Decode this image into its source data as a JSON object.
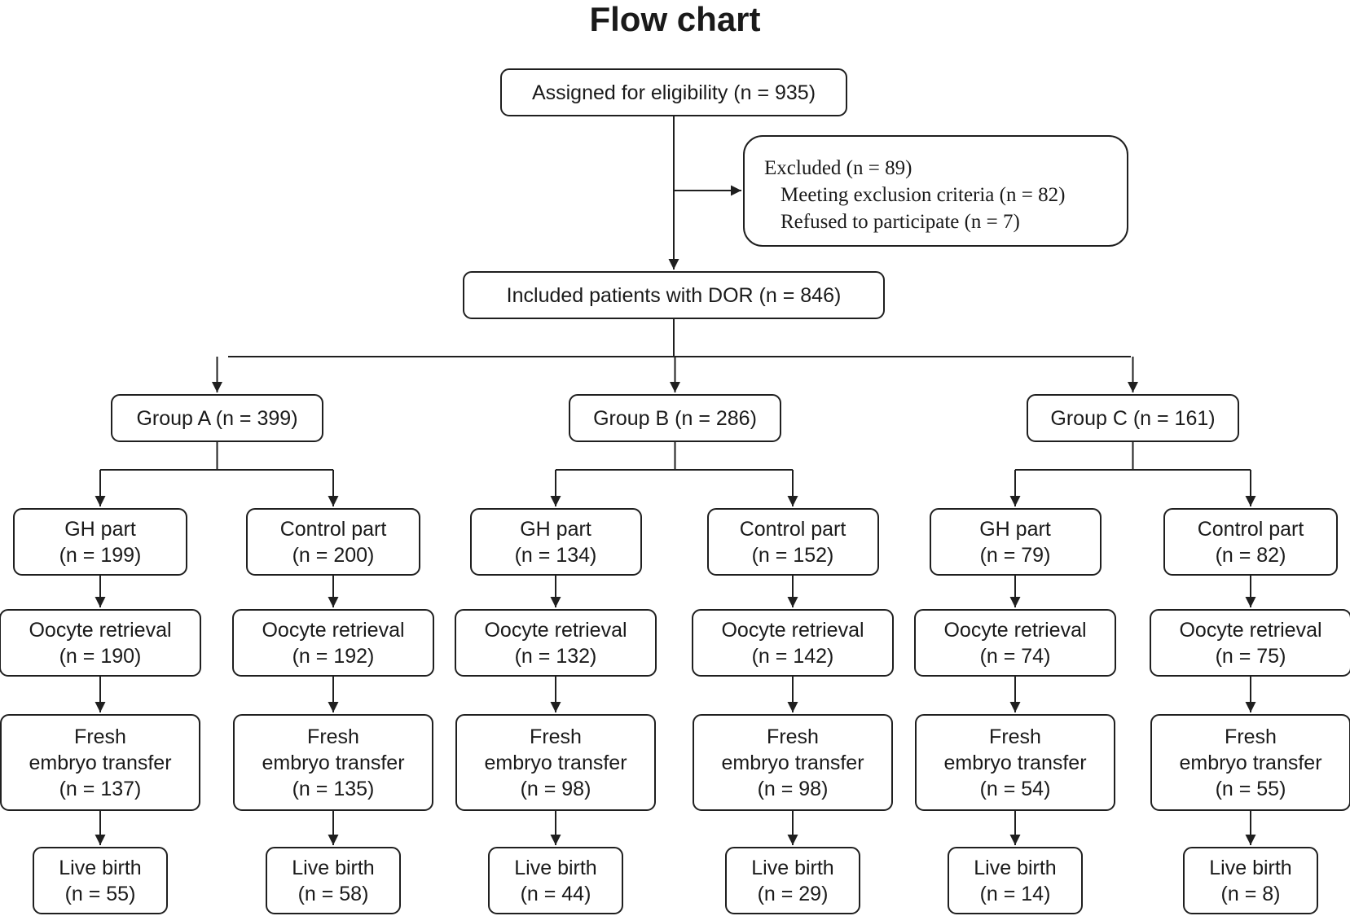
{
  "title": "Flow chart",
  "eligibility": {
    "label": "Assigned for eligibility (n = 935)"
  },
  "excluded": {
    "heading": "Excluded (n = 89)",
    "reasons": [
      "Meeting exclusion criteria (n = 82)",
      "Refused to participate (n = 7)"
    ]
  },
  "included": {
    "label": "Included patients with DOR (n = 846)"
  },
  "groups": [
    {
      "label": "Group A (n = 399)",
      "parts": [
        {
          "name": "GH part",
          "n": "(n = 199)",
          "oocyte": [
            "Oocyte retrieval",
            "(n = 190)"
          ],
          "transfer": [
            "Fresh",
            "embryo transfer",
            "(n = 137)"
          ],
          "birth": [
            "Live birth",
            "(n = 55)"
          ]
        },
        {
          "name": "Control part",
          "n": "(n = 200)",
          "oocyte": [
            "Oocyte retrieval",
            "(n = 192)"
          ],
          "transfer": [
            "Fresh",
            "embryo transfer",
            "(n = 135)"
          ],
          "birth": [
            "Live birth",
            "(n = 58)"
          ]
        }
      ]
    },
    {
      "label": "Group B (n = 286)",
      "parts": [
        {
          "name": "GH part",
          "n": "(n = 134)",
          "oocyte": [
            "Oocyte retrieval",
            "(n = 132)"
          ],
          "transfer": [
            "Fresh",
            "embryo transfer",
            "(n = 98)"
          ],
          "birth": [
            "Live birth",
            "(n = 44)"
          ]
        },
        {
          "name": "Control part",
          "n": "(n = 152)",
          "oocyte": [
            "Oocyte retrieval",
            "(n = 142)"
          ],
          "transfer": [
            "Fresh",
            "embryo transfer",
            "(n = 98)"
          ],
          "birth": [
            "Live birth",
            "(n = 29)"
          ]
        }
      ]
    },
    {
      "label": "Group C (n = 161)",
      "parts": [
        {
          "name": "GH part",
          "n": "(n = 79)",
          "oocyte": [
            "Oocyte retrieval",
            "(n = 74)"
          ],
          "transfer": [
            "Fresh",
            "embryo transfer",
            "(n = 54)"
          ],
          "birth": [
            "Live birth",
            "(n = 14)"
          ]
        },
        {
          "name": "Control part",
          "n": "(n = 82)",
          "oocyte": [
            "Oocyte retrieval",
            "(n = 75)"
          ],
          "transfer": [
            "Fresh",
            "embryo transfer",
            "(n = 55)"
          ],
          "birth": [
            "Live birth",
            "(n = 8)"
          ]
        }
      ]
    }
  ]
}
